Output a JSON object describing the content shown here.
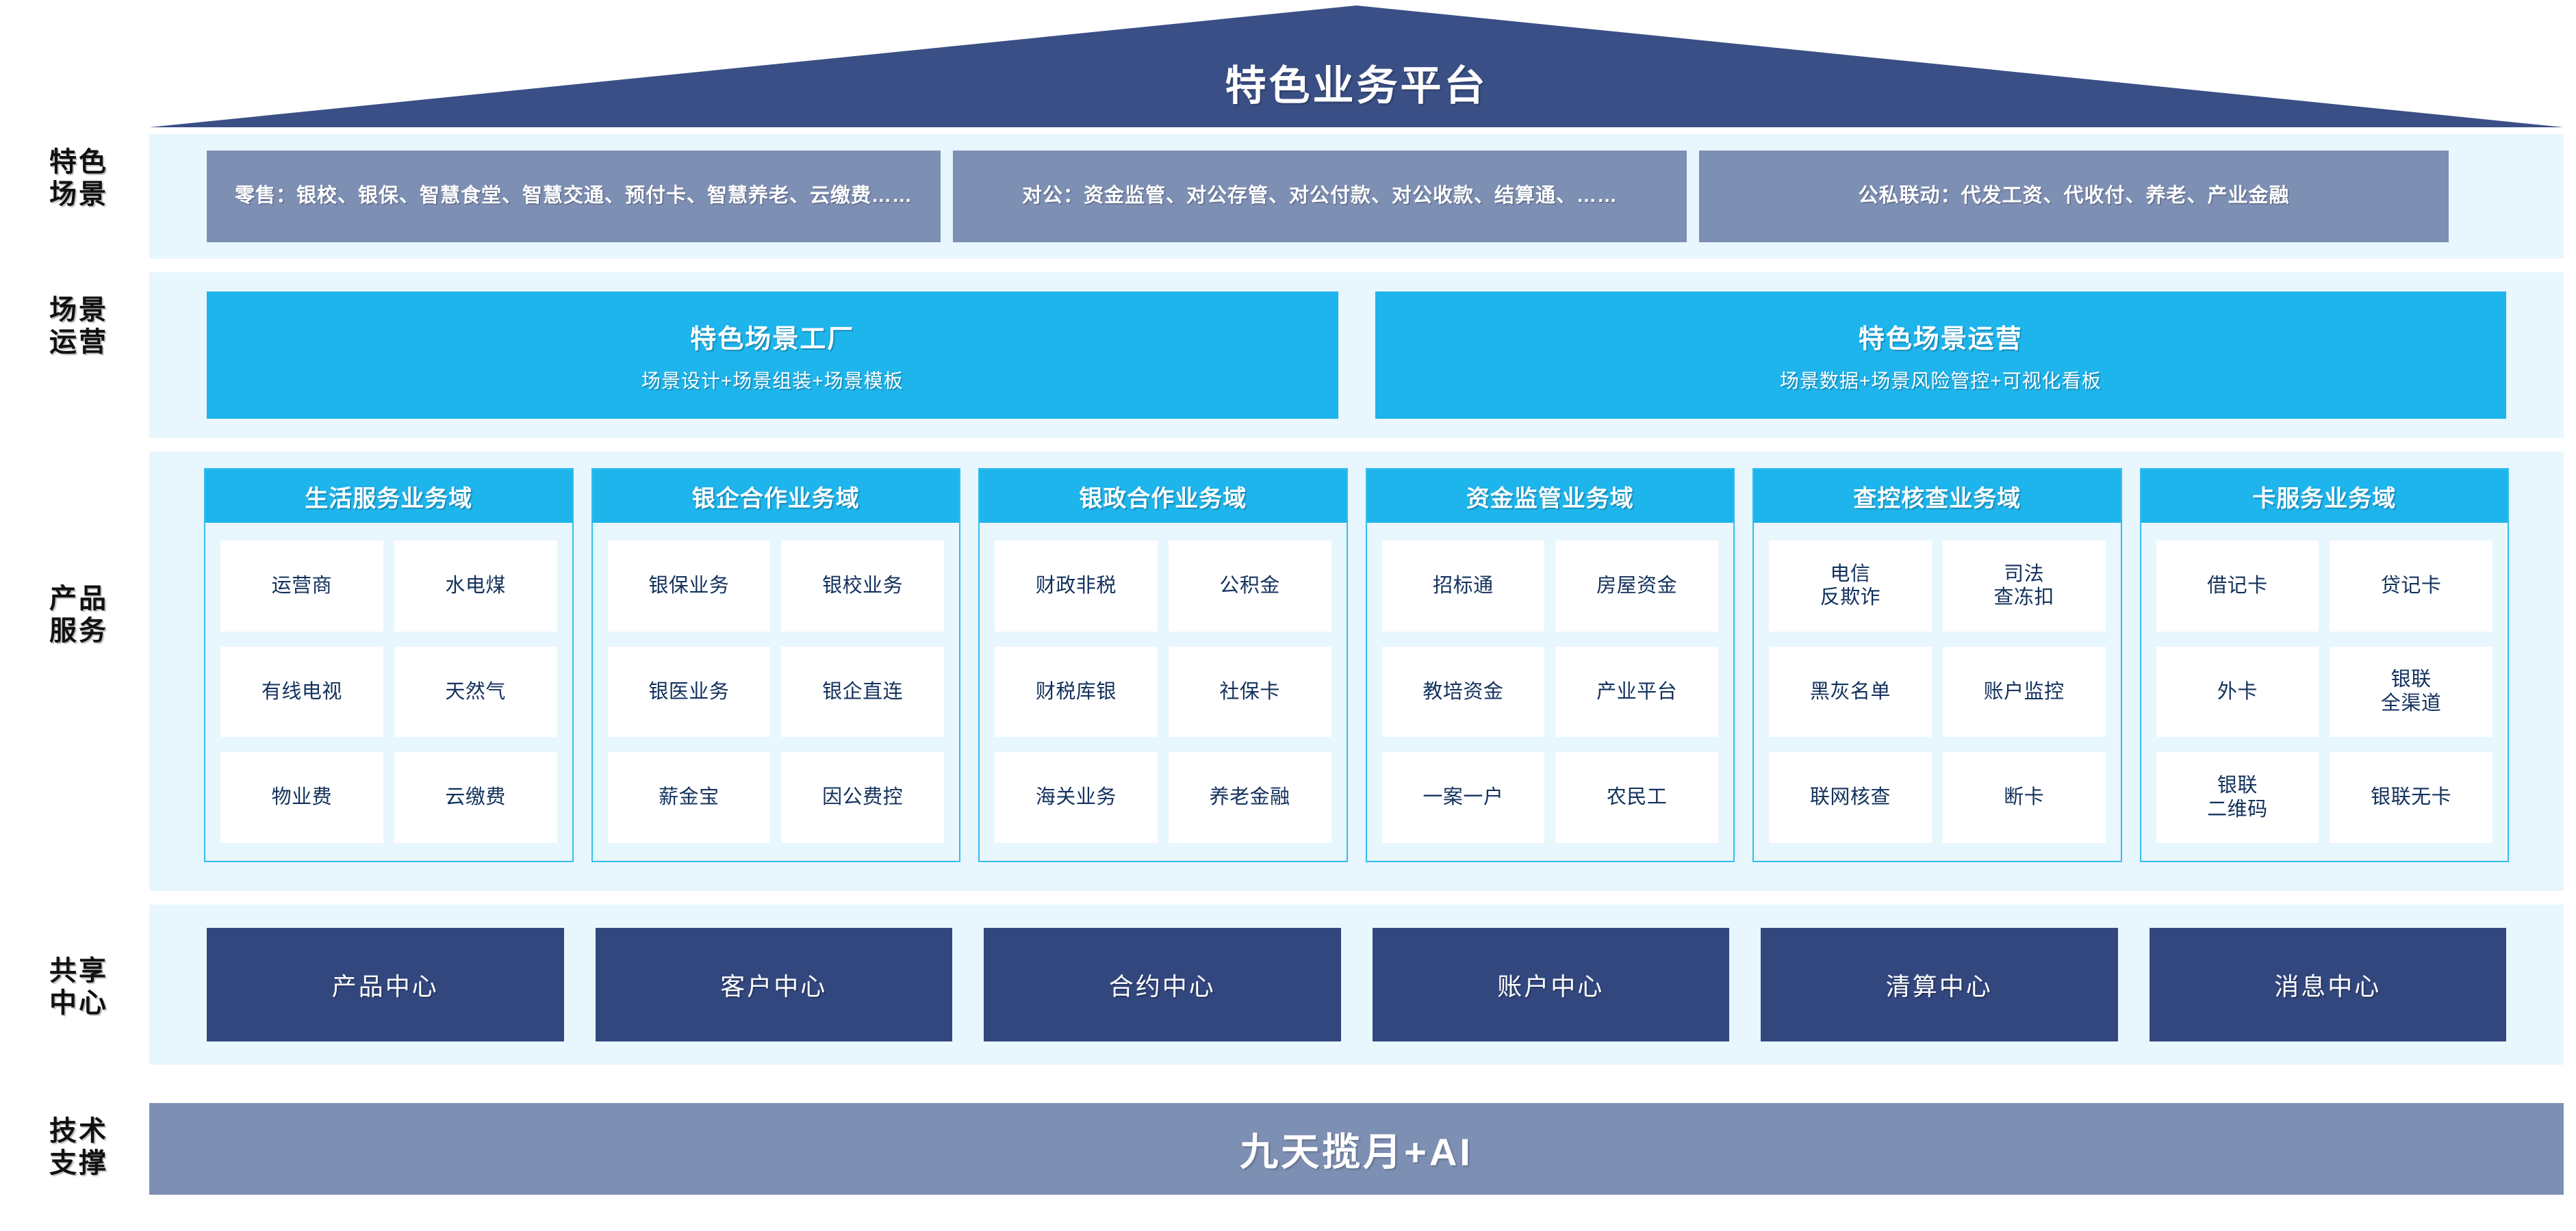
{
  "header": {
    "title": "特色业务平台"
  },
  "row_labels": [
    {
      "key": "scene",
      "label": "特色\n场景"
    },
    {
      "key": "operation",
      "label": "场景\n运营"
    },
    {
      "key": "product",
      "label": "产品\n服务"
    },
    {
      "key": "share",
      "label": "共享\n中心"
    },
    {
      "key": "tech",
      "label": "技术\n支撑"
    }
  ],
  "scene_band": {
    "pills": [
      {
        "label": "零售：银校、银保、智慧食堂、智慧交通、预付卡、智慧养老、云缴费……"
      },
      {
        "label": "对公：资金监管、对公存管、对公付款、对公收款、结算通、……"
      },
      {
        "label": "公私联动：代发工资、代收付、养老、产业金融"
      }
    ]
  },
  "operation_band": {
    "boxes": [
      {
        "title": "特色场景工厂",
        "subtitle": "场景设计+场景组装+场景模板"
      },
      {
        "title": "特色场景运营",
        "subtitle": "场景数据+场景风险管控+可视化看板"
      }
    ]
  },
  "product_band": {
    "domains": [
      {
        "title": "生活服务业务域",
        "items": [
          "运营商",
          "水电煤",
          "有线电视",
          "天然气",
          "物业费",
          "云缴费"
        ]
      },
      {
        "title": "银企合作业务域",
        "items": [
          "银保业务",
          "银校业务",
          "银医业务",
          "银企直连",
          "薪金宝",
          "因公费控"
        ]
      },
      {
        "title": "银政合作业务域",
        "items": [
          "财政非税",
          "公积金",
          "财税库银",
          "社保卡",
          "海关业务",
          "养老金融"
        ]
      },
      {
        "title": "资金监管业务域",
        "items": [
          "招标通",
          "房屋资金",
          "教培资金",
          "产业平台",
          "一案一户",
          "农民工"
        ]
      },
      {
        "title": "查控核查业务域",
        "items": [
          "电信\n反欺诈",
          "司法\n查冻扣",
          "黑灰名单",
          "账户监控",
          "联网核查",
          "断卡"
        ]
      },
      {
        "title": "卡服务业务域",
        "items": [
          "借记卡",
          "贷记卡",
          "外卡",
          "银联\n全渠道",
          "银联\n二维码",
          "银联无卡"
        ]
      }
    ]
  },
  "share_band": {
    "centers": [
      {
        "label": "产品中心"
      },
      {
        "label": "客户中心"
      },
      {
        "label": "合约中心"
      },
      {
        "label": "账户中心"
      },
      {
        "label": "清算中心"
      },
      {
        "label": "消息中心"
      }
    ]
  },
  "tech_band": {
    "label": "九天揽月+AI"
  },
  "colors": {
    "roof_navy": "#3a4f85",
    "band_bg": "#e8f6fd",
    "scene_pill": "#7e8fb4",
    "accent_cyan": "#1eb4ec",
    "card_border": "#35bdee",
    "share_navy": "#33477f",
    "tech_bar": "#7e8fb4",
    "text_navy": "#13315c"
  }
}
